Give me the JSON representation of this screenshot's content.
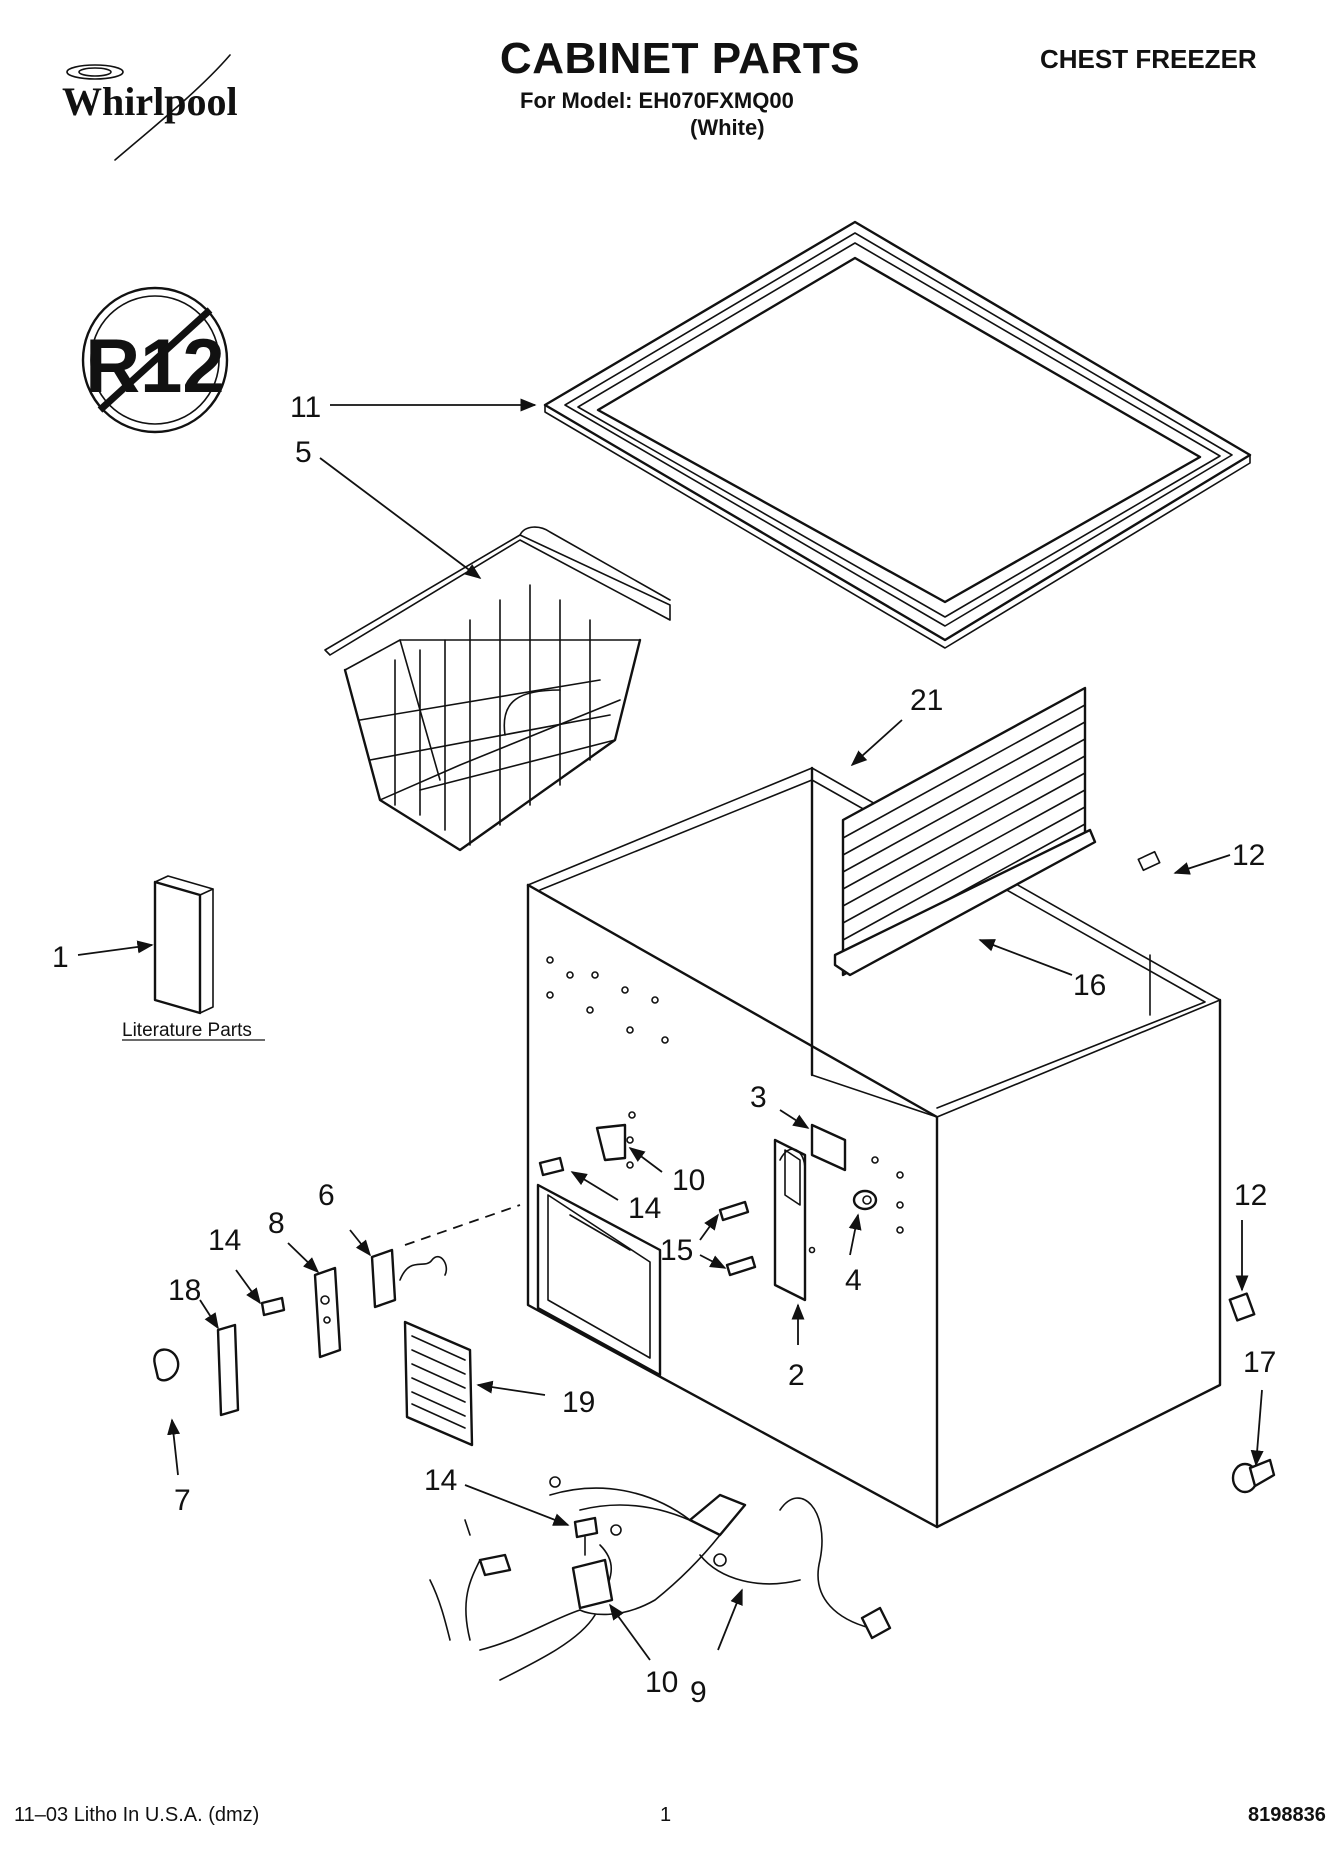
{
  "header": {
    "brand": "Whirlpool",
    "title": "CABINET PARTS",
    "model_line": "For Model: EH070FXMQ00",
    "color_line": "(White)",
    "category": "CHEST FREEZER"
  },
  "badge": {
    "text": "R12",
    "icon": "no-r12-icon"
  },
  "literature_label": "Literature Parts",
  "callouts": {
    "c1": "1",
    "c2": "2",
    "c3": "3",
    "c4": "4",
    "c5": "5",
    "c6": "6",
    "c7": "7",
    "c8": "8",
    "c9": "9",
    "c10a": "10",
    "c10b": "10",
    "c11": "11",
    "c12a": "12",
    "c12b": "12",
    "c14a": "14",
    "c14b": "14",
    "c14c": "14",
    "c15": "15",
    "c16": "16",
    "c17": "17",
    "c18": "18",
    "c19": "19",
    "c21": "21"
  },
  "footer": {
    "litho": "11–03 Litho In U.S.A. (dmz)",
    "page": "1",
    "part_number": "8198836"
  }
}
